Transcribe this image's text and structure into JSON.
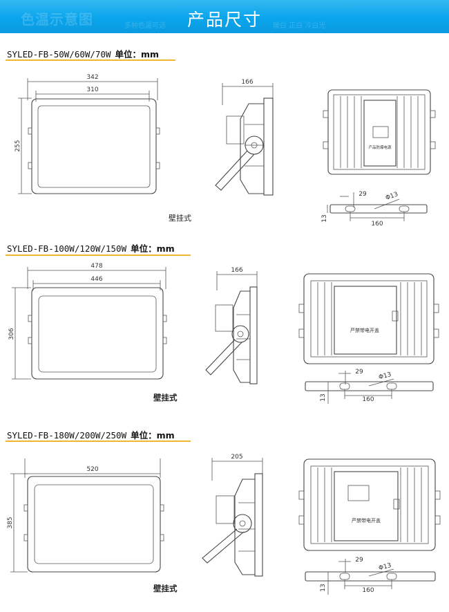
{
  "header": {
    "title": "产品尺寸",
    "bg_text": "色温示意图",
    "bg_sub1": "多种色温可选",
    "bg_sub2": "暖白 正白 冷白光"
  },
  "colors": {
    "banner": "#0aa4ec",
    "underline": "#f2b431"
  },
  "sections": [
    {
      "model": "SYLED-FB-50W/60W/70W",
      "unit": "单位：mm",
      "front": {
        "outer_width": "342",
        "inner_width": "310",
        "height": "255"
      },
      "side": {
        "depth": "166"
      },
      "back": {
        "plate_label": "产品防爆电源"
      },
      "bracket": {
        "hole_offset": "29",
        "hole_dia": "Φ13",
        "hole_span": "160",
        "thickness": "13"
      },
      "mount": "壁挂式"
    },
    {
      "model": "SYLED-FB-100W/120W/150W",
      "unit": "单位：mm",
      "front": {
        "outer_width": "478",
        "inner_width": "446",
        "height": "306"
      },
      "side": {
        "depth": "166"
      },
      "back": {
        "plate_label": "严禁带电开盖"
      },
      "bracket": {
        "hole_offset": "29",
        "hole_dia": "Φ13",
        "hole_span": "160",
        "thickness": "13"
      },
      "mount": "壁挂式"
    },
    {
      "model": "SYLED-FB-180W/200W/250W",
      "unit": "单位：mm",
      "front": {
        "outer_width": "520",
        "inner_width": "",
        "height": "385"
      },
      "side": {
        "depth": "205"
      },
      "back": {
        "plate_label": "严禁带电开盖"
      },
      "bracket": {
        "hole_offset": "29",
        "hole_dia": "Φ13",
        "hole_span": "160",
        "thickness": "13"
      },
      "mount": "壁挂式"
    }
  ]
}
